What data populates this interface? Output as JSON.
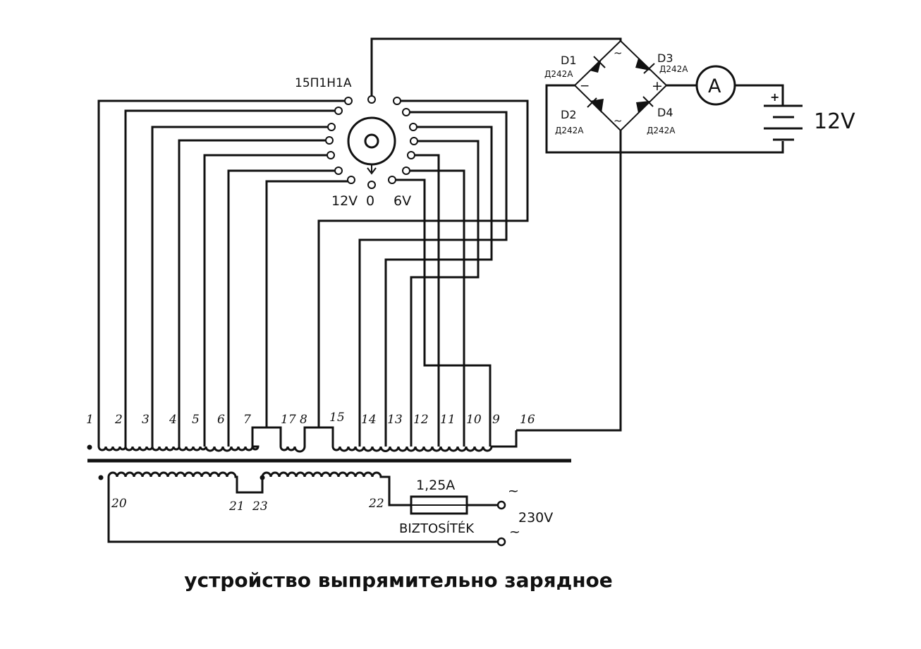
{
  "switch": {
    "label": "15П1Н1А",
    "pos_left": "12V",
    "pos_center": "0",
    "pos_right": "6V"
  },
  "bridge": {
    "d1": {
      "name": "D1",
      "type": "Д242А"
    },
    "d2": {
      "name": "D2",
      "type": "Д242А"
    },
    "d3": {
      "name": "D3",
      "type": "Д242А"
    },
    "d4": {
      "name": "D4",
      "type": "Д242А"
    },
    "minus": "−",
    "plus": "+",
    "ac": "~"
  },
  "ammeter": "A",
  "battery": {
    "plus": "+",
    "voltage": "12V"
  },
  "transformer": {
    "secondary_taps": [
      "1",
      "2",
      "3",
      "4",
      "5",
      "6",
      "7",
      "17",
      "8",
      "15",
      "14",
      "13",
      "12",
      "11",
      "10",
      "9",
      "16"
    ],
    "primary_taps": [
      "20",
      "21",
      "23",
      "22"
    ]
  },
  "fuse": {
    "rating": "1,25A",
    "label": "BIZTOSÍTÉK"
  },
  "mains": {
    "voltage": "230V",
    "ac": "~"
  },
  "caption": "устройство выпрямительно зарядное"
}
